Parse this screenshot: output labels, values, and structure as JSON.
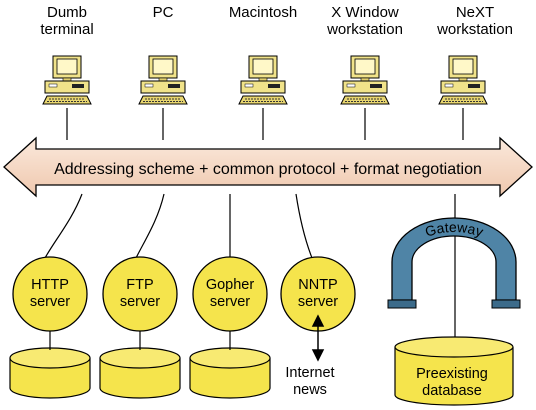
{
  "clients": [
    {
      "label": "Dumb\nterminal"
    },
    {
      "label": "PC"
    },
    {
      "label": "Macintosh"
    },
    {
      "label": "X Window\nworkstation"
    },
    {
      "label": "NeXT\nworkstation"
    }
  ],
  "arrow": {
    "label": "Addressing scheme + common protocol + format negotiation"
  },
  "servers": [
    {
      "label": "HTTP\nserver"
    },
    {
      "label": "FTP\nserver"
    },
    {
      "label": "Gopher\nserver"
    },
    {
      "label": "NNTP\nserver"
    }
  ],
  "news": {
    "label": "Internet\nnews"
  },
  "gateway": {
    "label": "Gateway"
  },
  "database": {
    "label": "Preexisting\ndatabase"
  },
  "colors": {
    "server_fill": "#f5e44c",
    "arrow_fill": "#f7dcc8",
    "gateway_fill": "#4f84a6",
    "monitor_fill": "#f1e38a"
  }
}
